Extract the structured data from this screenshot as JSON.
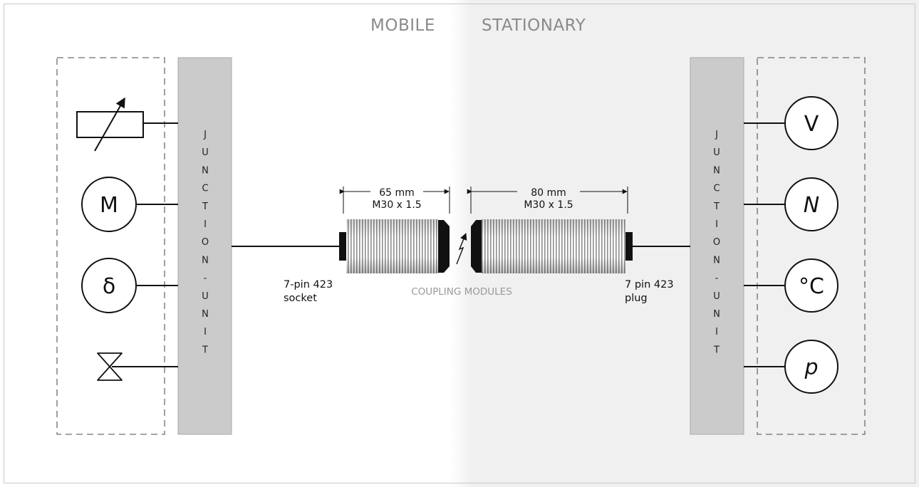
{
  "regions": {
    "mobile": "MOBILE",
    "stationary": "STATIONARY"
  },
  "junction_left": {
    "letters": [
      "J",
      "U",
      "N",
      "C",
      "T",
      "I",
      "O",
      "N",
      "-",
      "U",
      "N",
      "I",
      "T"
    ]
  },
  "junction_right": {
    "letters": [
      "J",
      "U",
      "N",
      "C",
      "T",
      "I",
      "O",
      "N",
      "-",
      "U",
      "N",
      "I",
      "T"
    ]
  },
  "left_components": {
    "motor_symbol": "M",
    "delta_symbol": "δ",
    "icons": [
      "variable-resistor-icon",
      "valve-icon"
    ]
  },
  "right_components": {
    "voltage_symbol": "V",
    "speed_symbol": "N",
    "temperature_symbol": "°C",
    "pressure_symbol": "p"
  },
  "coupling": {
    "left_dim_length": "65 mm",
    "left_dim_thread": "M30 x 1.5",
    "right_dim_length": "80 mm",
    "right_dim_thread": "M30 x 1.5",
    "label": "COUPLING MODULES",
    "left_connector_line1": "7-pin 423",
    "left_connector_line2": "socket",
    "right_connector_line1": "7 pin 423",
    "right_connector_line2": "plug"
  },
  "colors": {
    "stationary_bg": "#f0f0f0",
    "junction_fill": "#cbcbcb",
    "region_text": "#8a8a8a",
    "coupling_text": "#9a9a9a"
  }
}
